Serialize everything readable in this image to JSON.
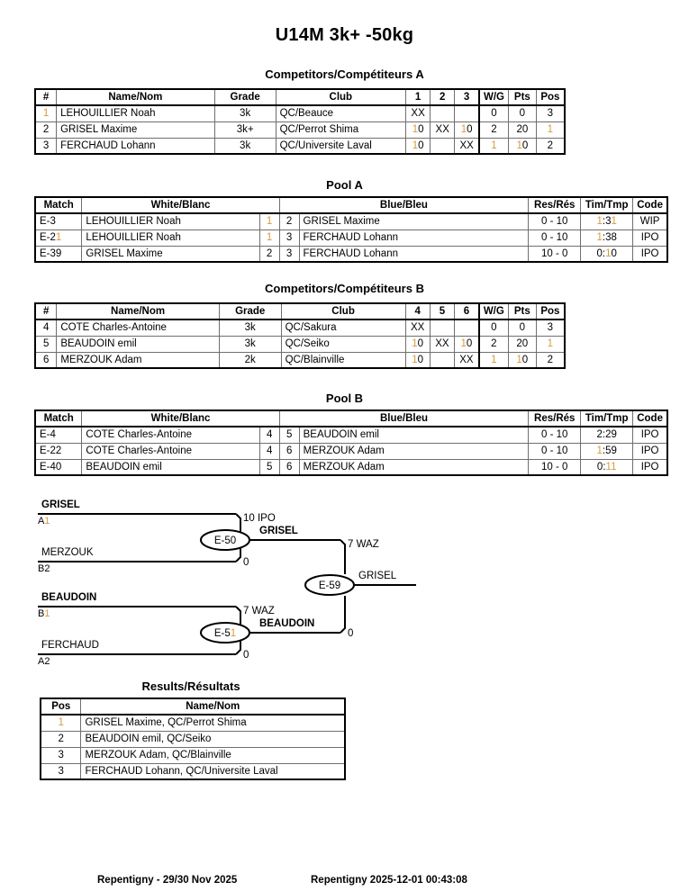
{
  "document": {
    "title": "U14M 3k+ -50kg"
  },
  "sections": {
    "competitors_a_title": "Competitors/Compétiteurs A",
    "pool_a_title": "Pool A",
    "competitors_b_title": "Competitors/Compétiteurs B",
    "pool_b_title": "Pool B",
    "results_title": "Results/Résultats"
  },
  "competitor_table_headers": {
    "num": "#",
    "name": "Name/Nom",
    "grade": "Grade",
    "club": "Club",
    "wg": "W/G",
    "pts": "Pts",
    "pos": "Pos"
  },
  "pool_table_headers": {
    "match": "Match",
    "white": "White/Blanc",
    "blue": "Blue/Bleu",
    "res": "Res/Rés",
    "tim": "Tim/Tmp",
    "code": "Code"
  },
  "results_headers": {
    "pos": "Pos",
    "name": "Name/Nom"
  },
  "competitors_a": {
    "score_columns": [
      "1",
      "2",
      "3"
    ],
    "rows": [
      {
        "num": "1",
        "name": "LEHOUILLIER Noah",
        "grade": "3k",
        "club": "QC/Beauce",
        "scores": [
          "XX",
          "",
          ""
        ],
        "wg": "0",
        "pts": "0",
        "pos": "3"
      },
      {
        "num": "2",
        "name": "GRISEL Maxime",
        "grade": "3k+",
        "club": "QC/Perrot Shima",
        "scores": [
          "10",
          "XX",
          "10"
        ],
        "wg": "2",
        "pts": "20",
        "pos": "1"
      },
      {
        "num": "3",
        "name": "FERCHAUD Lohann",
        "grade": "3k",
        "club": "QC/Universite Laval",
        "scores": [
          "10",
          "",
          "XX"
        ],
        "wg": "1",
        "pts": "10",
        "pos": "2"
      }
    ]
  },
  "competitors_b": {
    "score_columns": [
      "4",
      "5",
      "6"
    ],
    "rows": [
      {
        "num": "4",
        "name": "COTE Charles-Antoine",
        "grade": "3k",
        "club": "QC/Sakura",
        "scores": [
          "XX",
          "",
          ""
        ],
        "wg": "0",
        "pts": "0",
        "pos": "3"
      },
      {
        "num": "5",
        "name": "BEAUDOIN emil",
        "grade": "3k",
        "club": "QC/Seiko",
        "scores": [
          "10",
          "XX",
          "10"
        ],
        "wg": "2",
        "pts": "20",
        "pos": "1"
      },
      {
        "num": "6",
        "name": "MERZOUK Adam",
        "grade": "2k",
        "club": "QC/Blainville",
        "scores": [
          "10",
          "",
          "XX"
        ],
        "wg": "1",
        "pts": "10",
        "pos": "2"
      }
    ]
  },
  "pool_a": {
    "rows": [
      {
        "match": "E-3",
        "white": "LEHOUILLIER Noah",
        "white_bold": false,
        "wnum": "1",
        "bnum": "2",
        "blue": "GRISEL Maxime",
        "blue_bold": true,
        "res": "0 - 10",
        "tim": "1:31",
        "code": "WIP"
      },
      {
        "match": "E-21",
        "white": "LEHOUILLIER Noah",
        "white_bold": false,
        "wnum": "1",
        "bnum": "3",
        "blue": "FERCHAUD Lohann",
        "blue_bold": true,
        "res": "0 - 10",
        "tim": "1:38",
        "code": "IPO"
      },
      {
        "match": "E-39",
        "white": "GRISEL Maxime",
        "white_bold": true,
        "wnum": "2",
        "bnum": "3",
        "blue": "FERCHAUD Lohann",
        "blue_bold": false,
        "res": "10 - 0",
        "tim": "0:10",
        "code": "IPO"
      }
    ]
  },
  "pool_b": {
    "rows": [
      {
        "match": "E-4",
        "white": "COTE Charles-Antoine",
        "white_bold": false,
        "wnum": "4",
        "bnum": "5",
        "blue": "BEAUDOIN emil",
        "blue_bold": true,
        "res": "0 - 10",
        "tim": "2:29",
        "code": "IPO"
      },
      {
        "match": "E-22",
        "white": "COTE Charles-Antoine",
        "white_bold": false,
        "wnum": "4",
        "bnum": "6",
        "blue": "MERZOUK Adam",
        "blue_bold": true,
        "res": "0 - 10",
        "tim": "1:59",
        "code": "IPO"
      },
      {
        "match": "E-40",
        "white": "BEAUDOIN emil",
        "white_bold": true,
        "wnum": "5",
        "bnum": "6",
        "blue": "MERZOUK Adam",
        "blue_bold": false,
        "res": "10 - 0",
        "tim": "0:11",
        "code": "IPO"
      }
    ]
  },
  "bracket": {
    "entries": {
      "top1_name": "GRISEL",
      "top1_seed": "A1",
      "top2_name": "MERZOUK",
      "top2_seed": "B2",
      "bot1_name": "BEAUDOIN",
      "bot1_seed": "B1",
      "bot2_name": "FERCHAUD",
      "bot2_seed": "A2"
    },
    "matches": {
      "semi1_id": "E-50",
      "semi1_top_score": "10 IPO",
      "semi1_bot_score": "0",
      "semi1_winner": "GRISEL",
      "semi2_id": "E-51",
      "semi2_top_score": "7 WAZ",
      "semi2_bot_score": "0",
      "semi2_winner": "BEAUDOIN",
      "final_id": "E-59",
      "final_top_score": "7 WAZ",
      "final_bot_score": "0",
      "final_winner": "GRISEL"
    }
  },
  "results": {
    "rows": [
      {
        "pos": "1",
        "name": "GRISEL Maxime, QC/Perrot Shima"
      },
      {
        "pos": "2",
        "name": "BEAUDOIN emil, QC/Seiko"
      },
      {
        "pos": "3",
        "name": "MERZOUK Adam, QC/Blainville"
      },
      {
        "pos": "3",
        "name": "FERCHAUD Lohann, QC/Universite Laval"
      }
    ]
  },
  "footer": {
    "left": "Repentigny - 29/30 Nov 2025",
    "right": "Repentigny   2025-12-01 00:43:08"
  },
  "colors": {
    "accent_one": "#d79b3c",
    "border": "#000000"
  }
}
